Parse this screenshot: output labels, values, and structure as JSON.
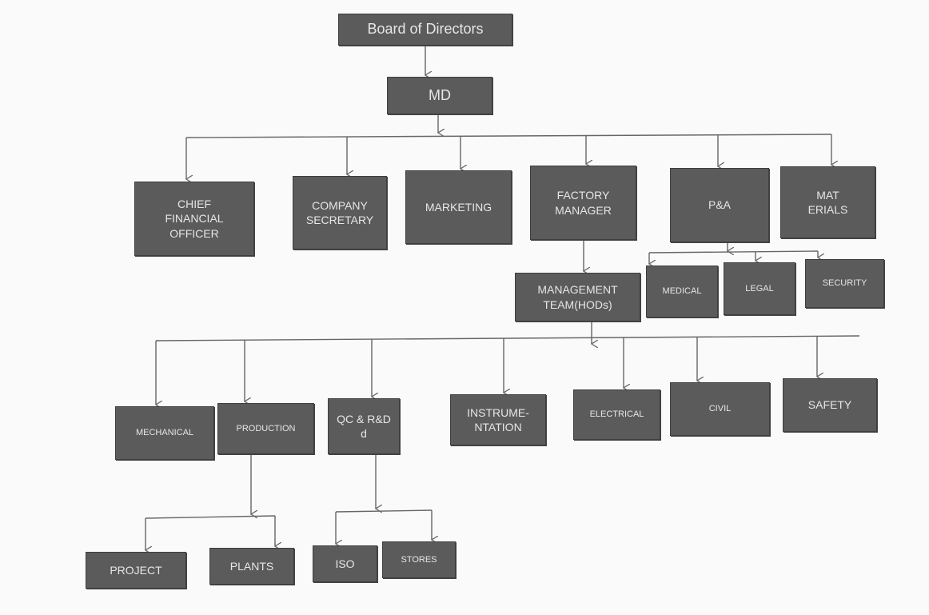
{
  "chart": {
    "root": "Board of Directors",
    "md": "MD",
    "level1": [
      "CHIEF\nFINANCIAL\nOFFICER",
      "COMPANY\nSECRETARY",
      "MARKETING",
      "FACTORY\nMANAGER",
      "P&A",
      "MAT\nERIALS"
    ],
    "pa_children": [
      "MEDICAL",
      "LEGAL",
      "SECURITY"
    ],
    "management": "MANAGEMENT\nTEAM(HODs)",
    "hods": [
      "MECHANICAL",
      "PRODUCTION",
      "QC & R&D\nd",
      "INSTRUME-\nNTATION",
      "ELECTRICAL",
      "CIVIL",
      "SAFETY"
    ],
    "production_children": [
      "PROJECT",
      "PLANTS"
    ],
    "qc_children": [
      "ISO",
      "STORES"
    ]
  },
  "colors": {
    "box": "#5b5b5b",
    "text": "#e6e6e6",
    "line": "#666666"
  }
}
